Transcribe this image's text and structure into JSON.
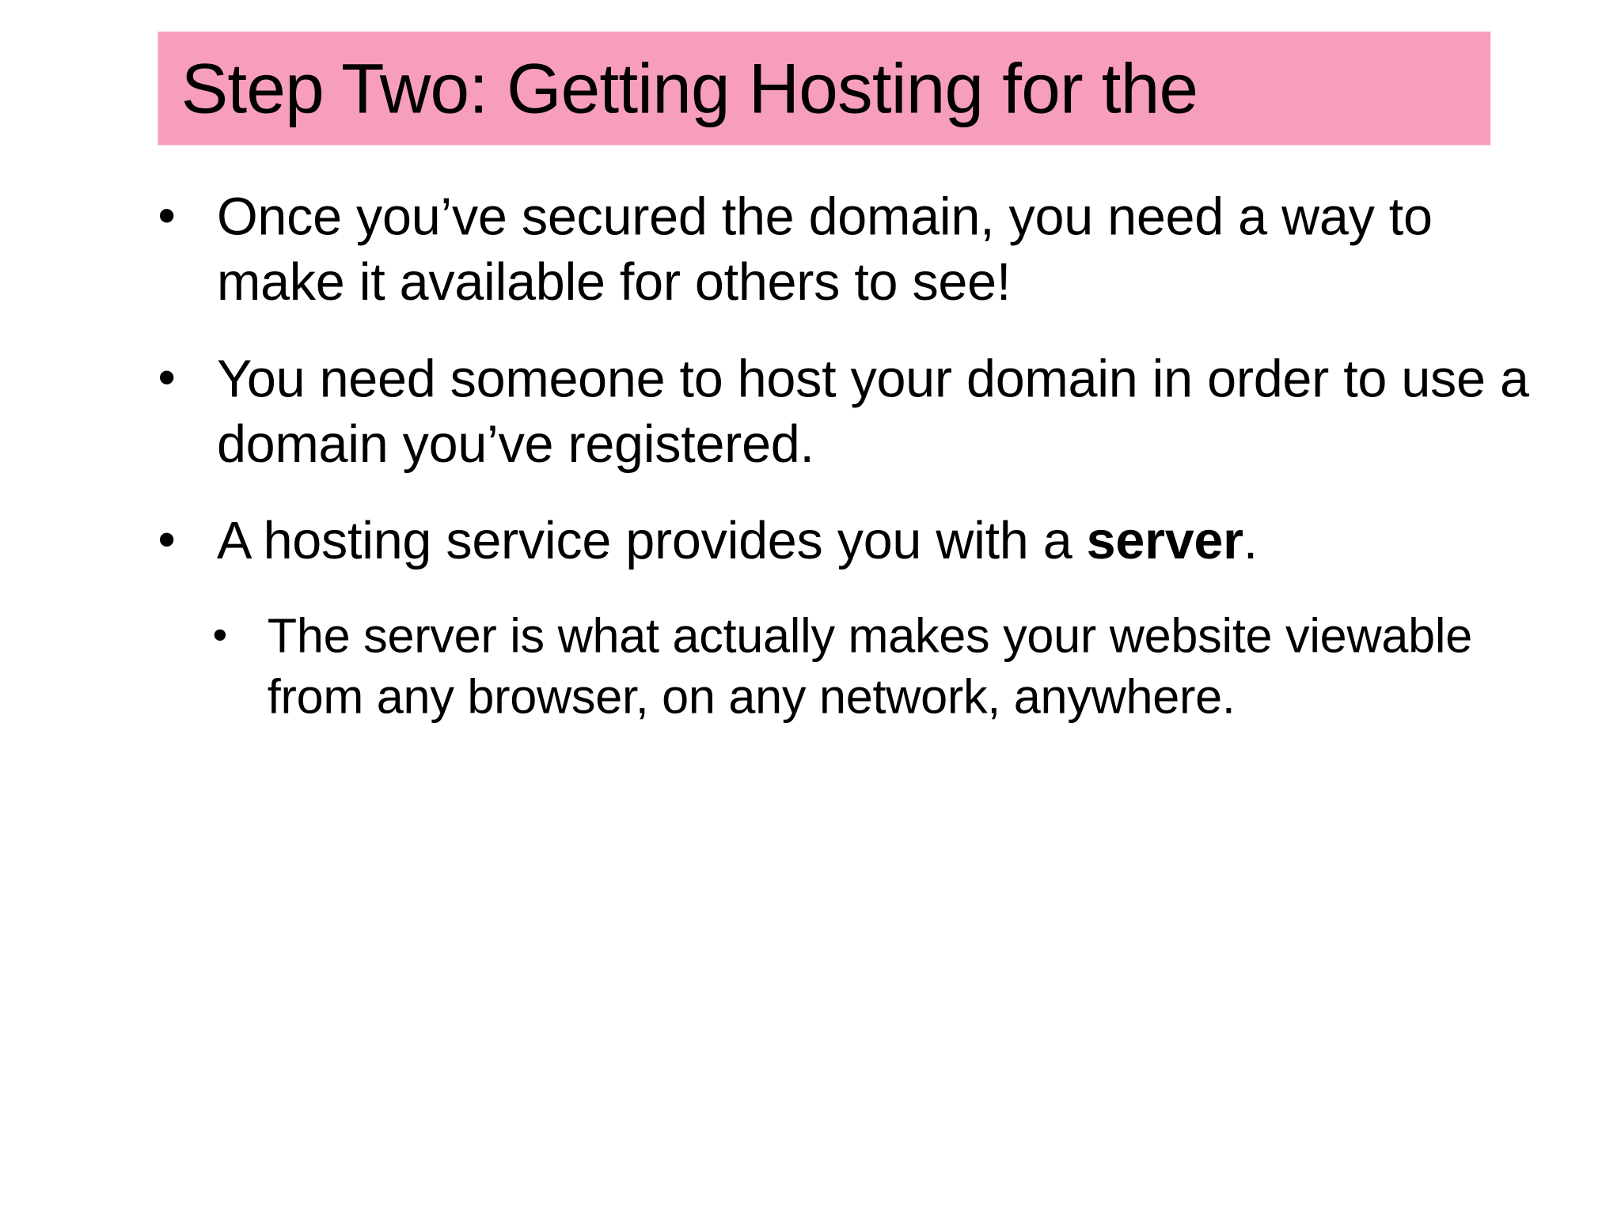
{
  "slide": {
    "title": "Step Two: Getting Hosting for the",
    "title_band_color": "#f79ebc",
    "text_color": "#000000",
    "background_color": "#ffffff",
    "bullet_marker": "•",
    "bullets": [
      {
        "level": 1,
        "marker": "•",
        "text": "Once you’ve secured the domain, you need a way to make it available for others to see!"
      },
      {
        "level": 1,
        "marker": "•",
        "text": "You need someone to host your domain in order to use a domain you’ve registered."
      },
      {
        "level": 1,
        "marker": "•",
        "text_before_bold": "A hosting service provides you with a ",
        "text_bold": "server",
        "text_after_bold": "."
      },
      {
        "level": 2,
        "marker": "•",
        "text": "The server is what actually makes your website viewable from any browser, on any network, anywhere."
      }
    ]
  }
}
